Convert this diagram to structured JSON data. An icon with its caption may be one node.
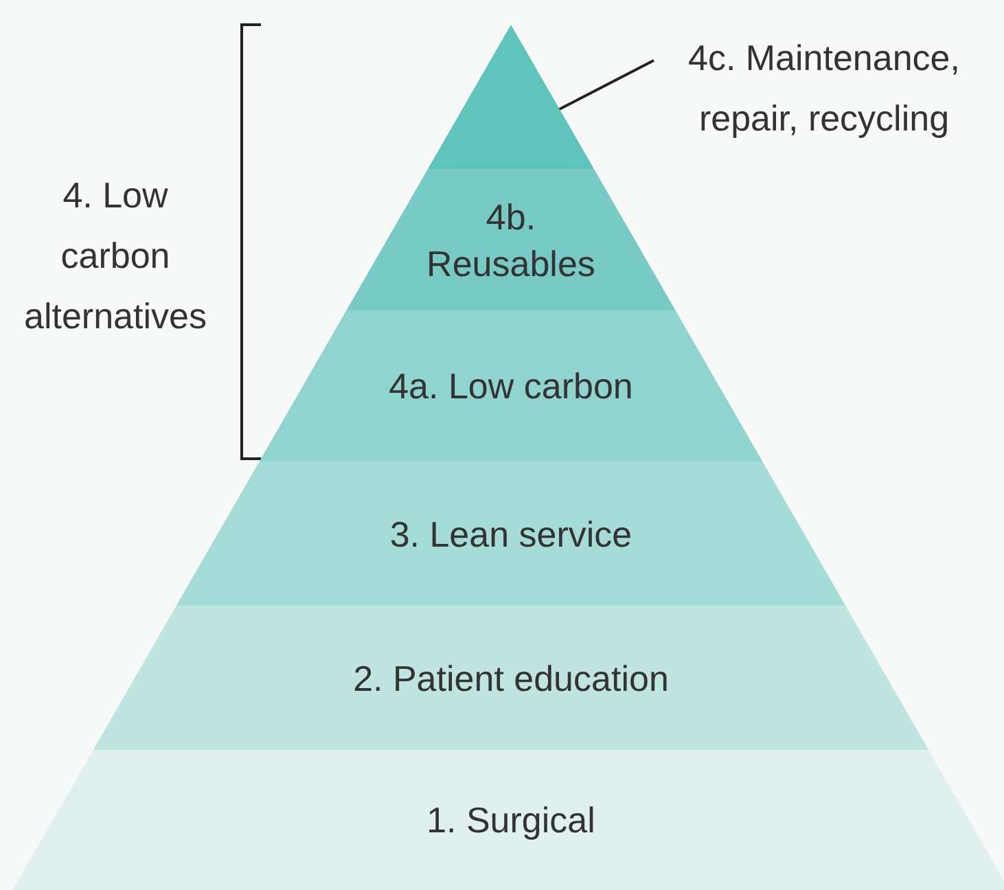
{
  "diagram": {
    "nodes": [
      {
        "text": [
          "4c. Maintenance, repair, recycling"
        ]
      },
      {
        "text": [],
        "shape": "triangle"
      },
      {
        "text": [
          "4b. Reusables"
        ]
      },
      {
        "text": [
          "4a. Low carbon"
        ]
      },
      {
        "text": [
          "3. Lean service"
        ]
      },
      {
        "text": [
          "2. Patient education"
        ]
      },
      {
        "text": [
          "1. Surgical"
        ]
      }
    ],
    "edges": [
      {
        "from": 0,
        "to": 1,
        "arrow": "none"
      }
    ],
    "labels": [
      "4. Low carbon alternatives"
    ]
  }
}
